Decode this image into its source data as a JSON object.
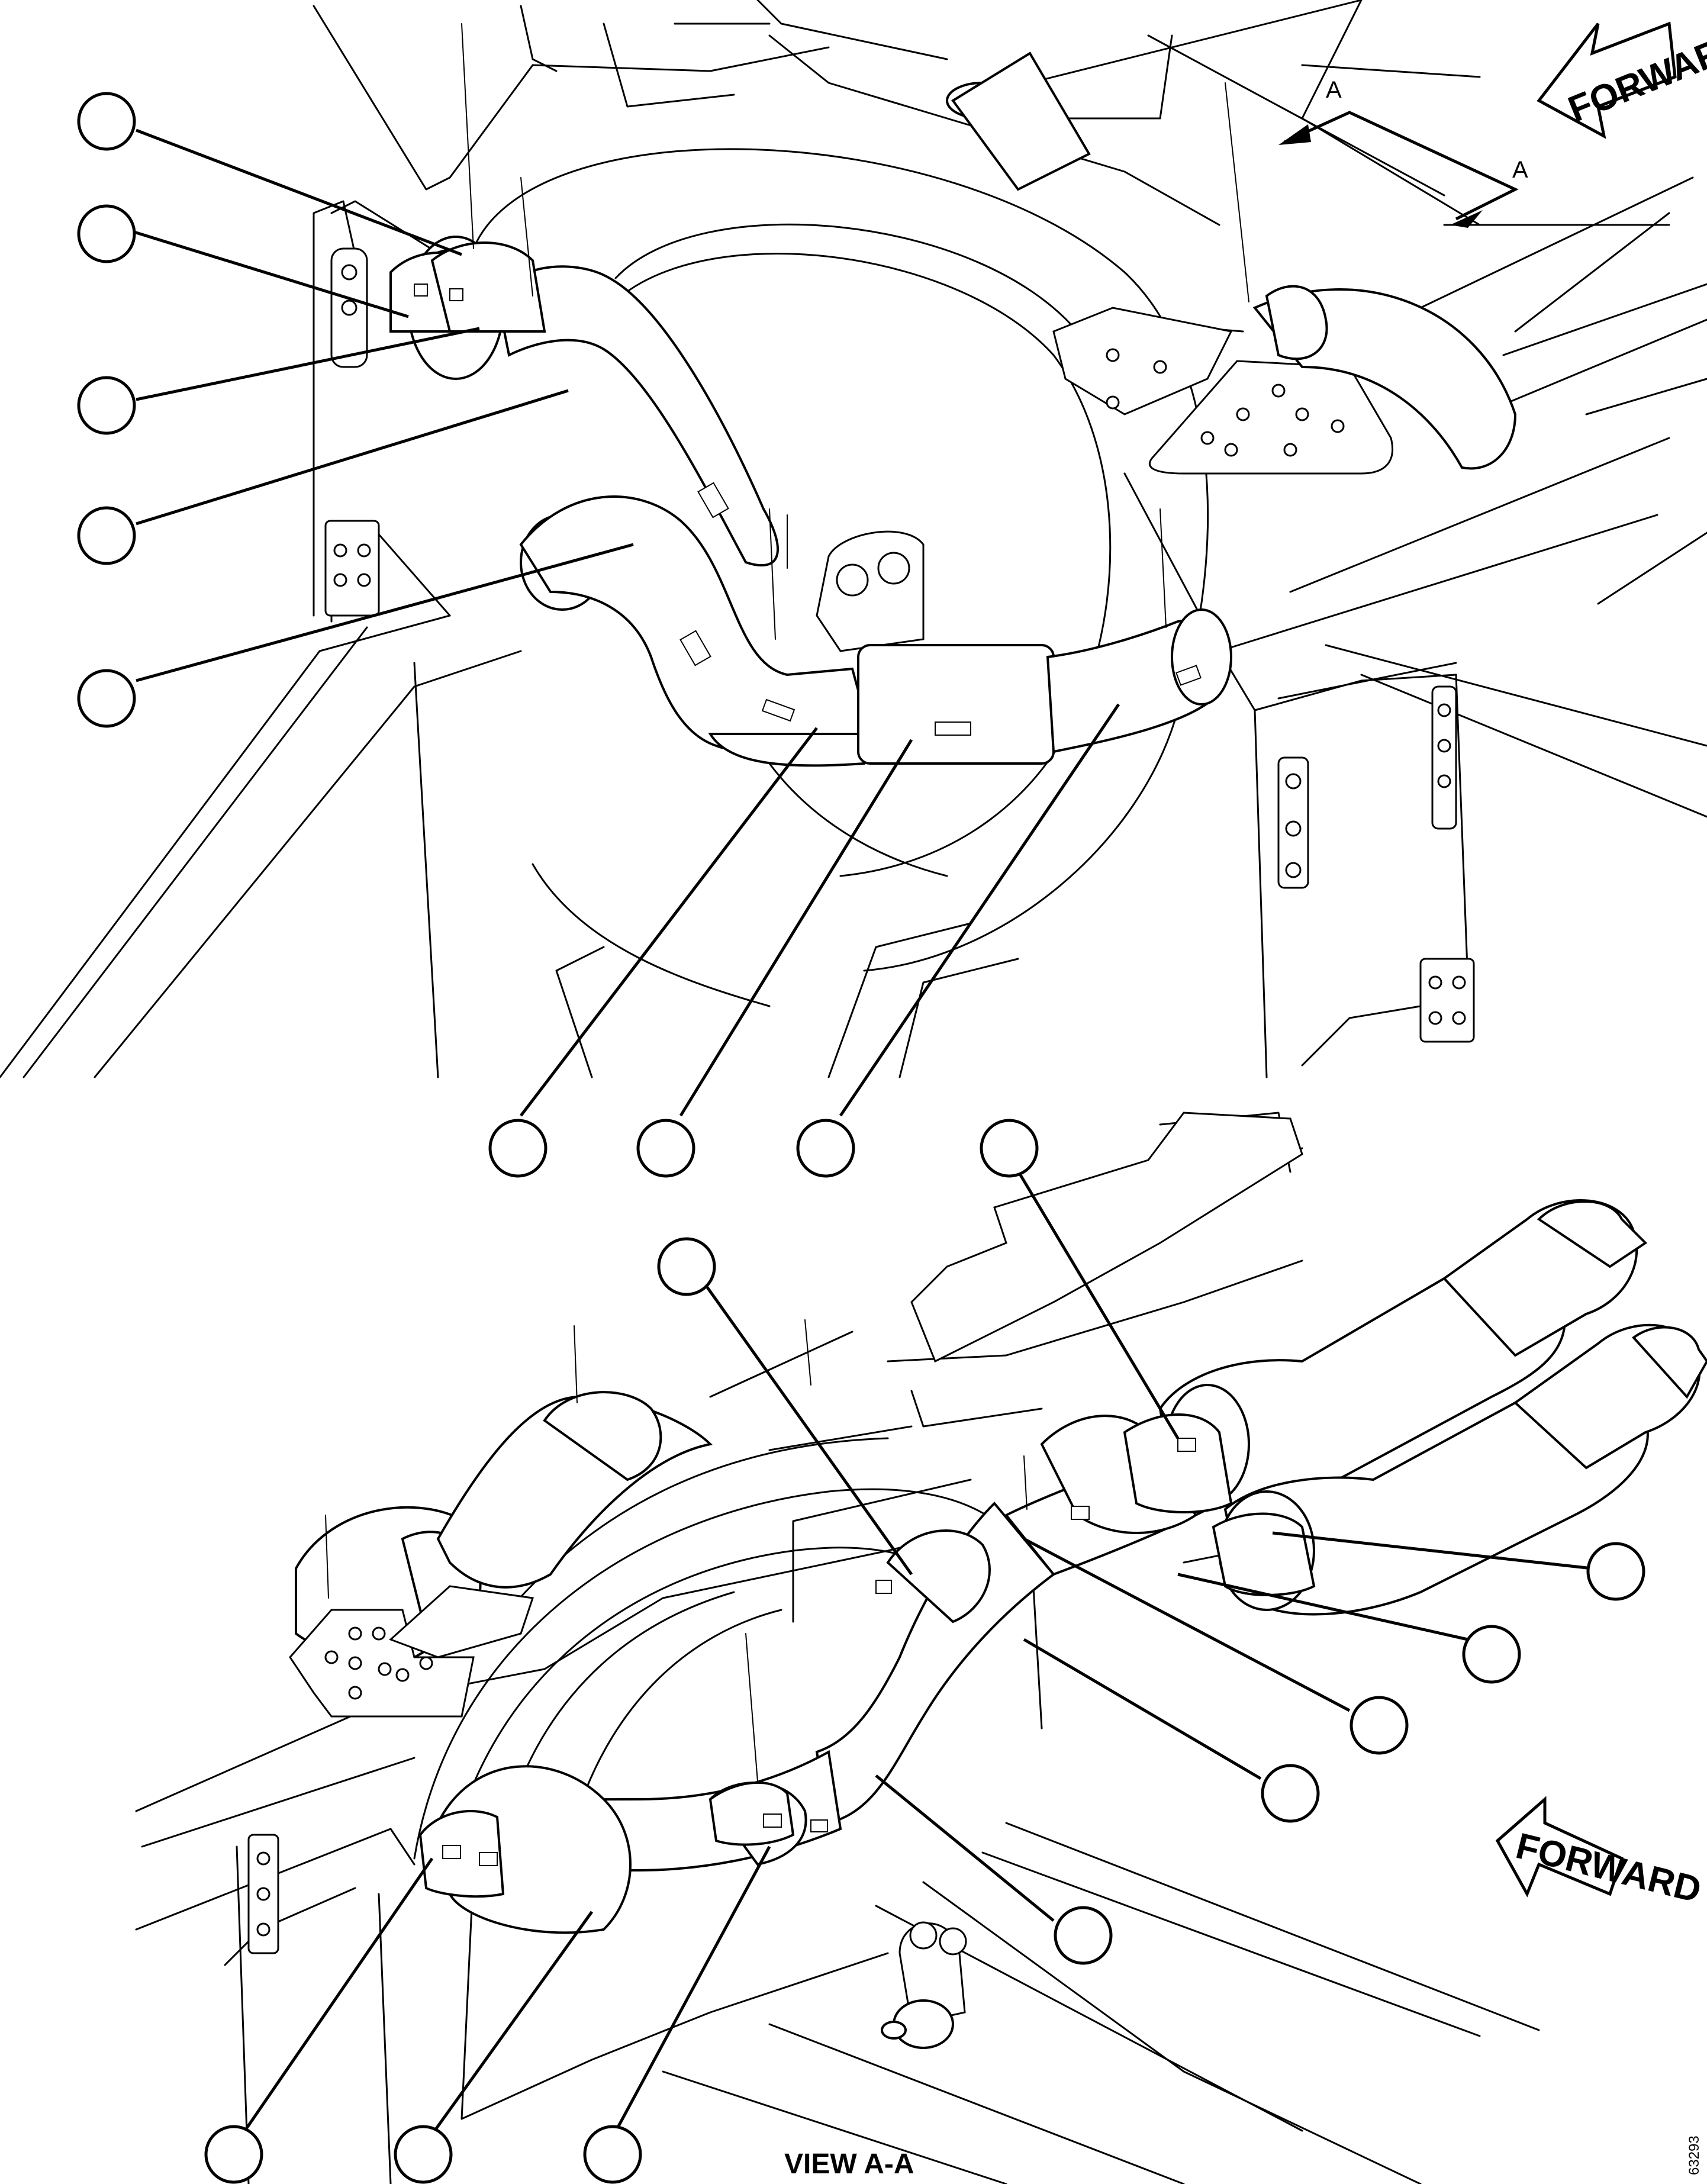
{
  "forward_label_top": "FORWARD",
  "forward_label_bottom": "FORWARD",
  "section_marker_1": "A",
  "section_marker_2": "A",
  "view_title": "VIEW A-A",
  "figure_number": "63293",
  "callouts_top": [
    {
      "id": "c1",
      "label": ""
    },
    {
      "id": "c2",
      "label": ""
    },
    {
      "id": "c3",
      "label": ""
    },
    {
      "id": "c4",
      "label": ""
    },
    {
      "id": "c5",
      "label": ""
    },
    {
      "id": "c6",
      "label": ""
    },
    {
      "id": "c7",
      "label": ""
    },
    {
      "id": "c8",
      "label": ""
    }
  ],
  "callouts_bottom": [
    {
      "id": "c9",
      "label": ""
    },
    {
      "id": "c10",
      "label": ""
    },
    {
      "id": "c11",
      "label": ""
    },
    {
      "id": "c12",
      "label": ""
    },
    {
      "id": "c13",
      "label": ""
    },
    {
      "id": "c14",
      "label": ""
    },
    {
      "id": "c15",
      "label": ""
    },
    {
      "id": "c16",
      "label": ""
    },
    {
      "id": "c17",
      "label": ""
    },
    {
      "id": "c18",
      "label": ""
    }
  ]
}
